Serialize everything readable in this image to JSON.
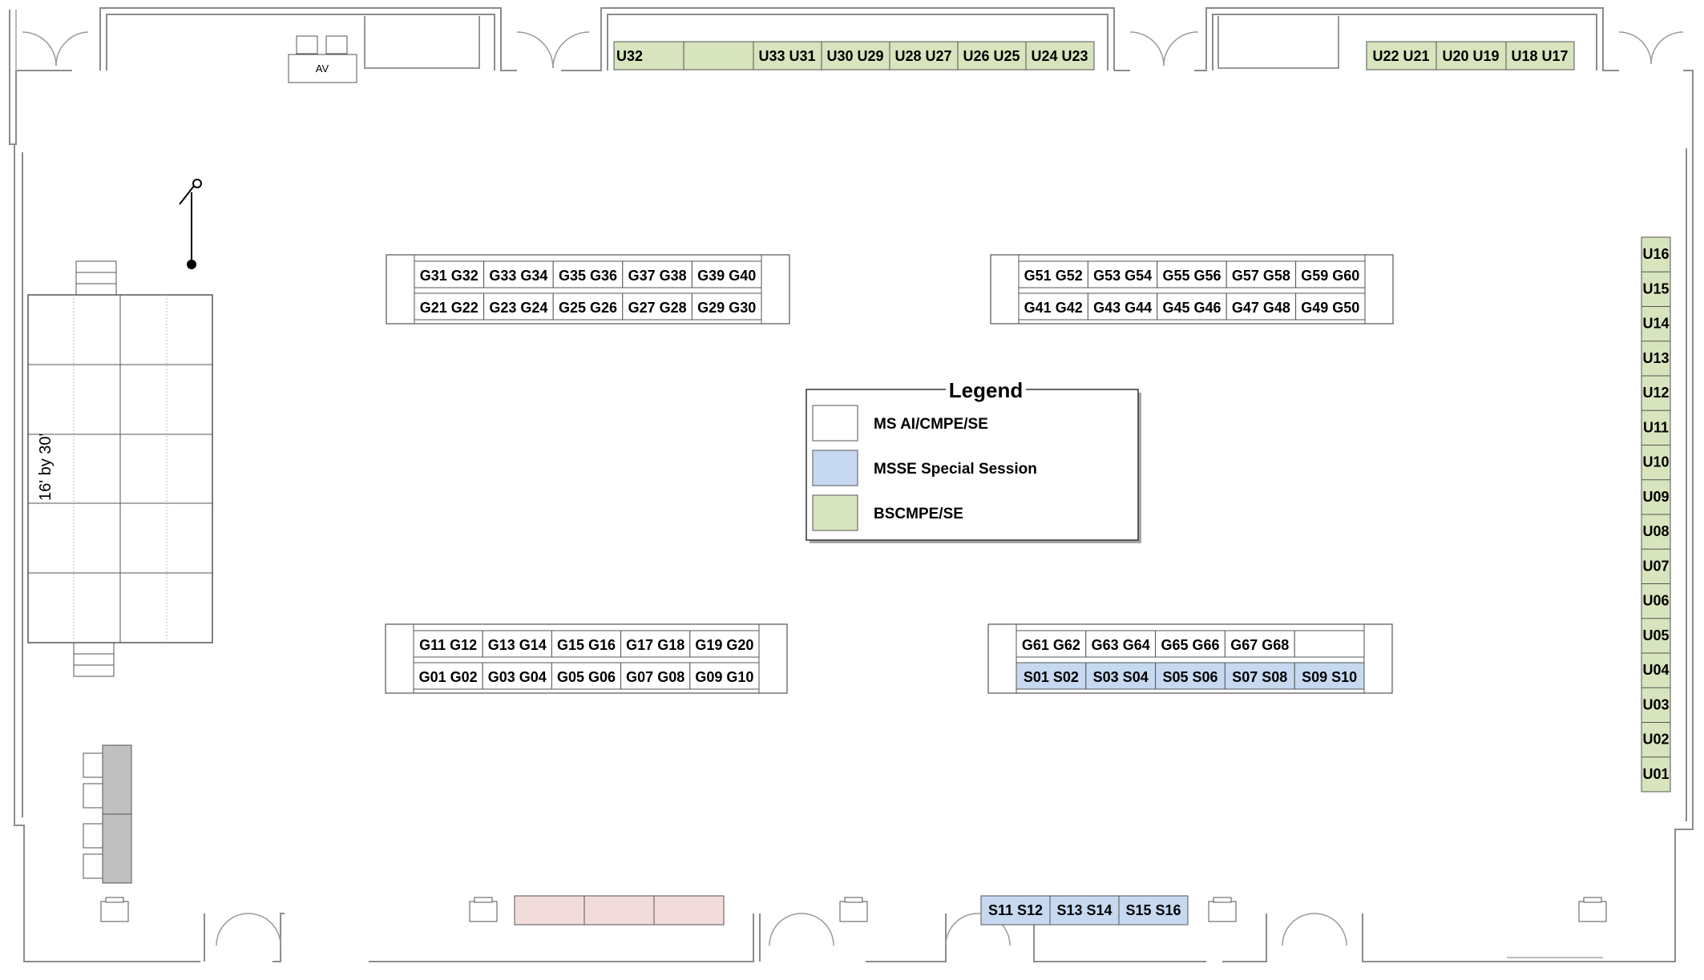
{
  "colors": {
    "ms": "#ffffff",
    "msse": "#c6d9f1",
    "bs": "#d7e4bd",
    "pink": "#f2dcdb",
    "gray": "#c0c0c0",
    "wall": "#8c8c8c"
  },
  "av_label": "AV",
  "stage_label": "16' by 30'",
  "legend": {
    "title": "Legend",
    "items": [
      {
        "label": "MS AI/CMPE/SE",
        "color_key": "ms"
      },
      {
        "label": "MSSE Special Session",
        "color_key": "msse"
      },
      {
        "label": "BSCMPE/SE",
        "color_key": "bs"
      }
    ]
  },
  "top_booths": {
    "group_a": [
      "U32",
      "",
      "U33 U31",
      "U30 U29",
      "U28 U27",
      "U26 U25",
      "U24 U23"
    ],
    "group_b": [
      "U22 U21",
      "U20 U19",
      "U18 U17"
    ]
  },
  "right_booths": [
    "U16",
    "U15",
    "U14",
    "U13",
    "U12",
    "U11",
    "U10",
    "U09",
    "U08",
    "U07",
    "U06",
    "U05",
    "U04",
    "U03",
    "U02",
    "U01"
  ],
  "table_blocks": [
    {
      "id": "nw",
      "top_row": [
        "G31 G32",
        "G33 G34",
        "G35 G36",
        "G37 G38",
        "G39 G40"
      ],
      "bottom_row": [
        "G21 G22",
        "G23 G24",
        "G25 G26",
        "G27 G28",
        "G29 G30"
      ],
      "bottom_color": "ms"
    },
    {
      "id": "ne",
      "top_row": [
        "G51 G52",
        "G53 G54",
        "G55 G56",
        "G57 G58",
        "G59 G60"
      ],
      "bottom_row": [
        "G41 G42",
        "G43 G44",
        "G45 G46",
        "G47 G48",
        "G49 G50"
      ],
      "bottom_color": "ms"
    },
    {
      "id": "sw",
      "top_row": [
        "G11 G12",
        "G13 G14",
        "G15 G16",
        "G17 G18",
        "G19 G20"
      ],
      "bottom_row": [
        "G01 G02",
        "G03 G04",
        "G05 G06",
        "G07 G08",
        "G09 G10"
      ],
      "bottom_color": "ms"
    },
    {
      "id": "se",
      "top_row": [
        "G61 G62",
        "G63 G64",
        "G65 G66",
        "G67 G68",
        ""
      ],
      "bottom_row": [
        "S01 S02",
        "S03 S04",
        "S05 S06",
        "S07 S08",
        "S09 S10"
      ],
      "bottom_color": "msse"
    }
  ],
  "bottom_booths": [
    "S11 S12",
    "S13 S14",
    "S15 S16"
  ]
}
